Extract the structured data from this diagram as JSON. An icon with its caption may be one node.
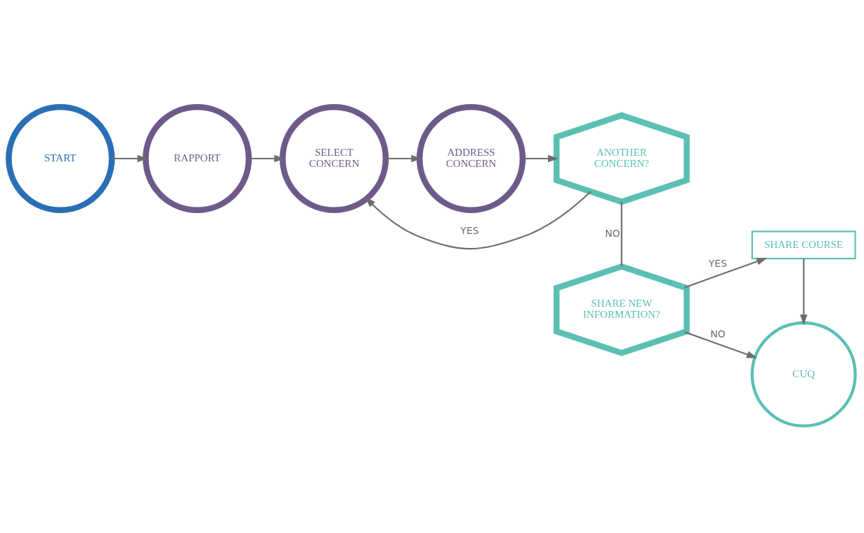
{
  "diagram": {
    "nodes": [
      {
        "text": [
          "START"
        ]
      },
      {
        "text": [
          "RAPPORT"
        ]
      },
      {
        "text": [
          "SELECT CONCERN"
        ]
      },
      {
        "text": [
          "ADDRESS CONCERN"
        ]
      },
      {
        "text": [
          "ANOTHER CONCERN?"
        ]
      },
      {
        "text": [
          "SHARE NEW INFORMATION?"
        ]
      },
      {
        "text": [
          "SHARE COURSE"
        ]
      },
      {
        "text": [
          "CUQ"
        ]
      }
    ],
    "edges": [
      {
        "from": 0,
        "to": 1,
        "arrow": "to"
      },
      {
        "from": 1,
        "to": 2,
        "arrow": "to"
      },
      {
        "from": 2,
        "to": 3,
        "arrow": "to"
      },
      {
        "from": 3,
        "to": 4,
        "arrow": "to"
      },
      {
        "from": 4,
        "to": 2,
        "label": "YES",
        "arrow": "to"
      },
      {
        "from": 4,
        "to": 5,
        "label": "NO",
        "arrow": "none"
      },
      {
        "from": 5,
        "to": 6,
        "label": "YES",
        "arrow": "to"
      },
      {
        "from": 5,
        "to": 7,
        "label": "NO",
        "arrow": "to"
      },
      {
        "from": 6,
        "to": 7,
        "arrow": "to"
      }
    ]
  }
}
